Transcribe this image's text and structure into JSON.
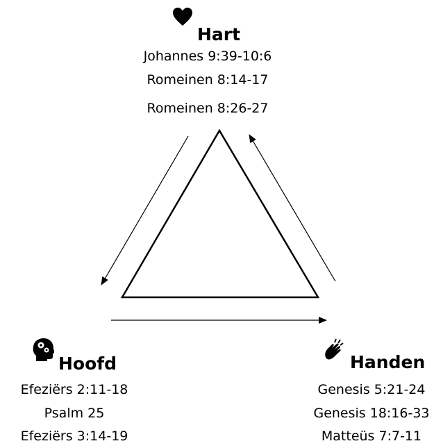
{
  "nodes": {
    "top": {
      "title": "Hart",
      "icon": "heart-icon",
      "refs": [
        "Johannes 9:39-10:6",
        "Romeinen 8:14-17",
        "Romeinen 8:26-27"
      ]
    },
    "left": {
      "title": "Hoofd",
      "icon": "head-gears-icon",
      "refs": [
        "Efeziërs 2:11-18",
        "Psalm 25",
        "Efeziërs 3:14-19"
      ]
    },
    "right": {
      "title": "Handen",
      "icon": "clapping-hands-icon",
      "refs": [
        "Genesis 5:21-24",
        "Genesis 18:16-33",
        "Matteüs 7:7-11"
      ]
    }
  },
  "colors": {
    "stroke": "#000000",
    "text": "#000000",
    "background": "#ffffff"
  }
}
